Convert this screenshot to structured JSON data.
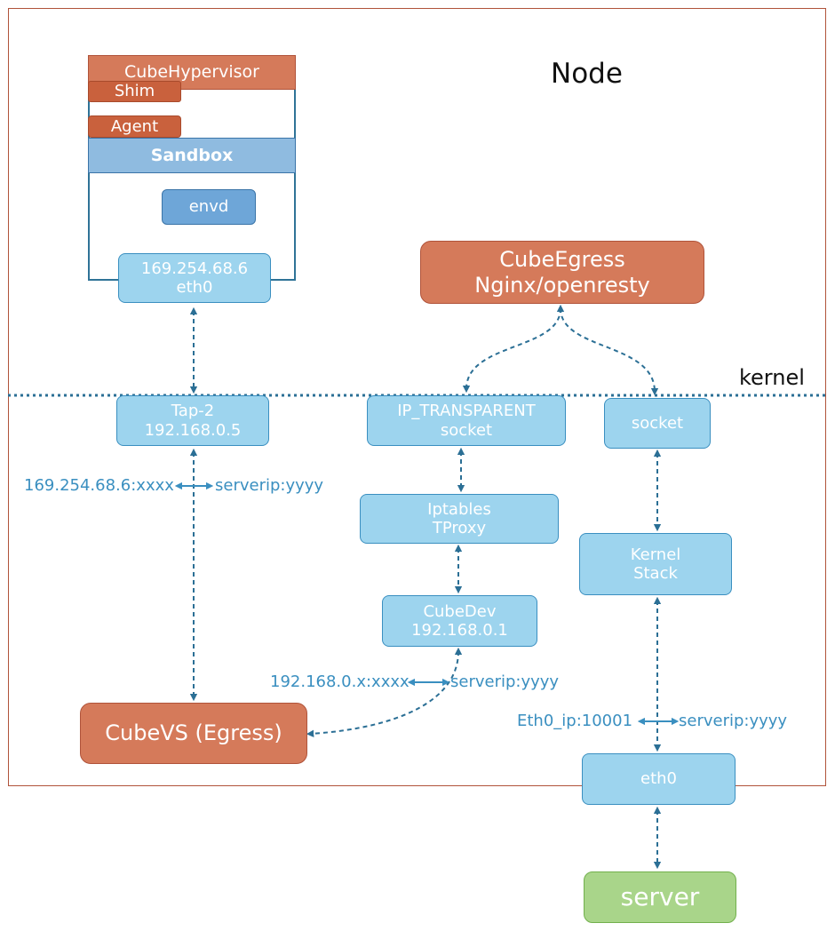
{
  "node_title": "Node",
  "kernel_label": "kernel",
  "sandbox": {
    "hypervisor": "CubeHypervisor",
    "shim": "Shim",
    "agent": "Agent",
    "sandbox": "Sandbox",
    "envd": "envd",
    "eth0_ip": "169.254.68.6",
    "eth0_name": "eth0"
  },
  "egress": {
    "line1": "CubeEgress",
    "line2": "Nginx/openresty"
  },
  "tap": {
    "line1": "Tap-2",
    "line2": "192.168.0.5"
  },
  "ip_transparent": {
    "line1": "IP_TRANSPARENT",
    "line2": "socket"
  },
  "socket": "socket",
  "iptables": {
    "line1": "Iptables",
    "line2": "TProxy"
  },
  "cubedev": {
    "line1": "CubeDev",
    "line2": "192.168.0.1"
  },
  "kernel_stack": {
    "line1": "Kernel",
    "line2": "Stack"
  },
  "cubevs": "CubeVS (Egress)",
  "host_eth0": "eth0",
  "server": "server",
  "flows": {
    "sandbox_src": "169.254.68.6:xxxx",
    "sandbox_dst": "serverip:yyyy",
    "cubedev_src": "192.168.0.x:xxxx",
    "cubedev_dst": "serverip:yyyy",
    "eth0_src": "Eth0_ip:10001",
    "eth0_dst": "serverip:yyyy"
  },
  "colors": {
    "connector": "#2b6f95",
    "flow_arrow": "#3a8fc0",
    "node_border": "#b0533a"
  }
}
